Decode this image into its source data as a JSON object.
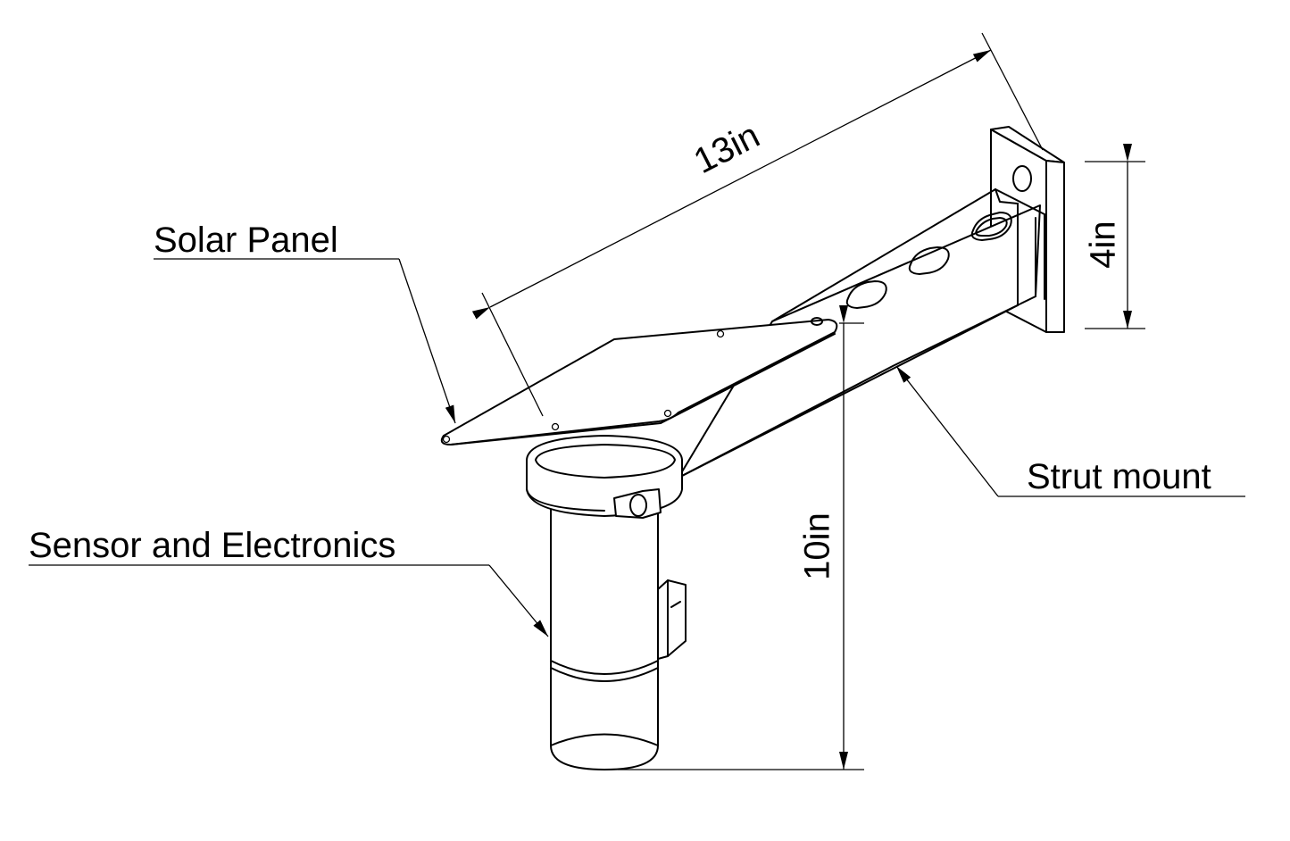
{
  "labels": {
    "solar_panel": "Solar Panel",
    "sensor": "Sensor and Electronics",
    "strut": "Strut mount"
  },
  "dimensions": {
    "length": "13in",
    "width": "4in",
    "height": "10in"
  },
  "colors": {
    "line": "#000000",
    "background": "#ffffff"
  }
}
